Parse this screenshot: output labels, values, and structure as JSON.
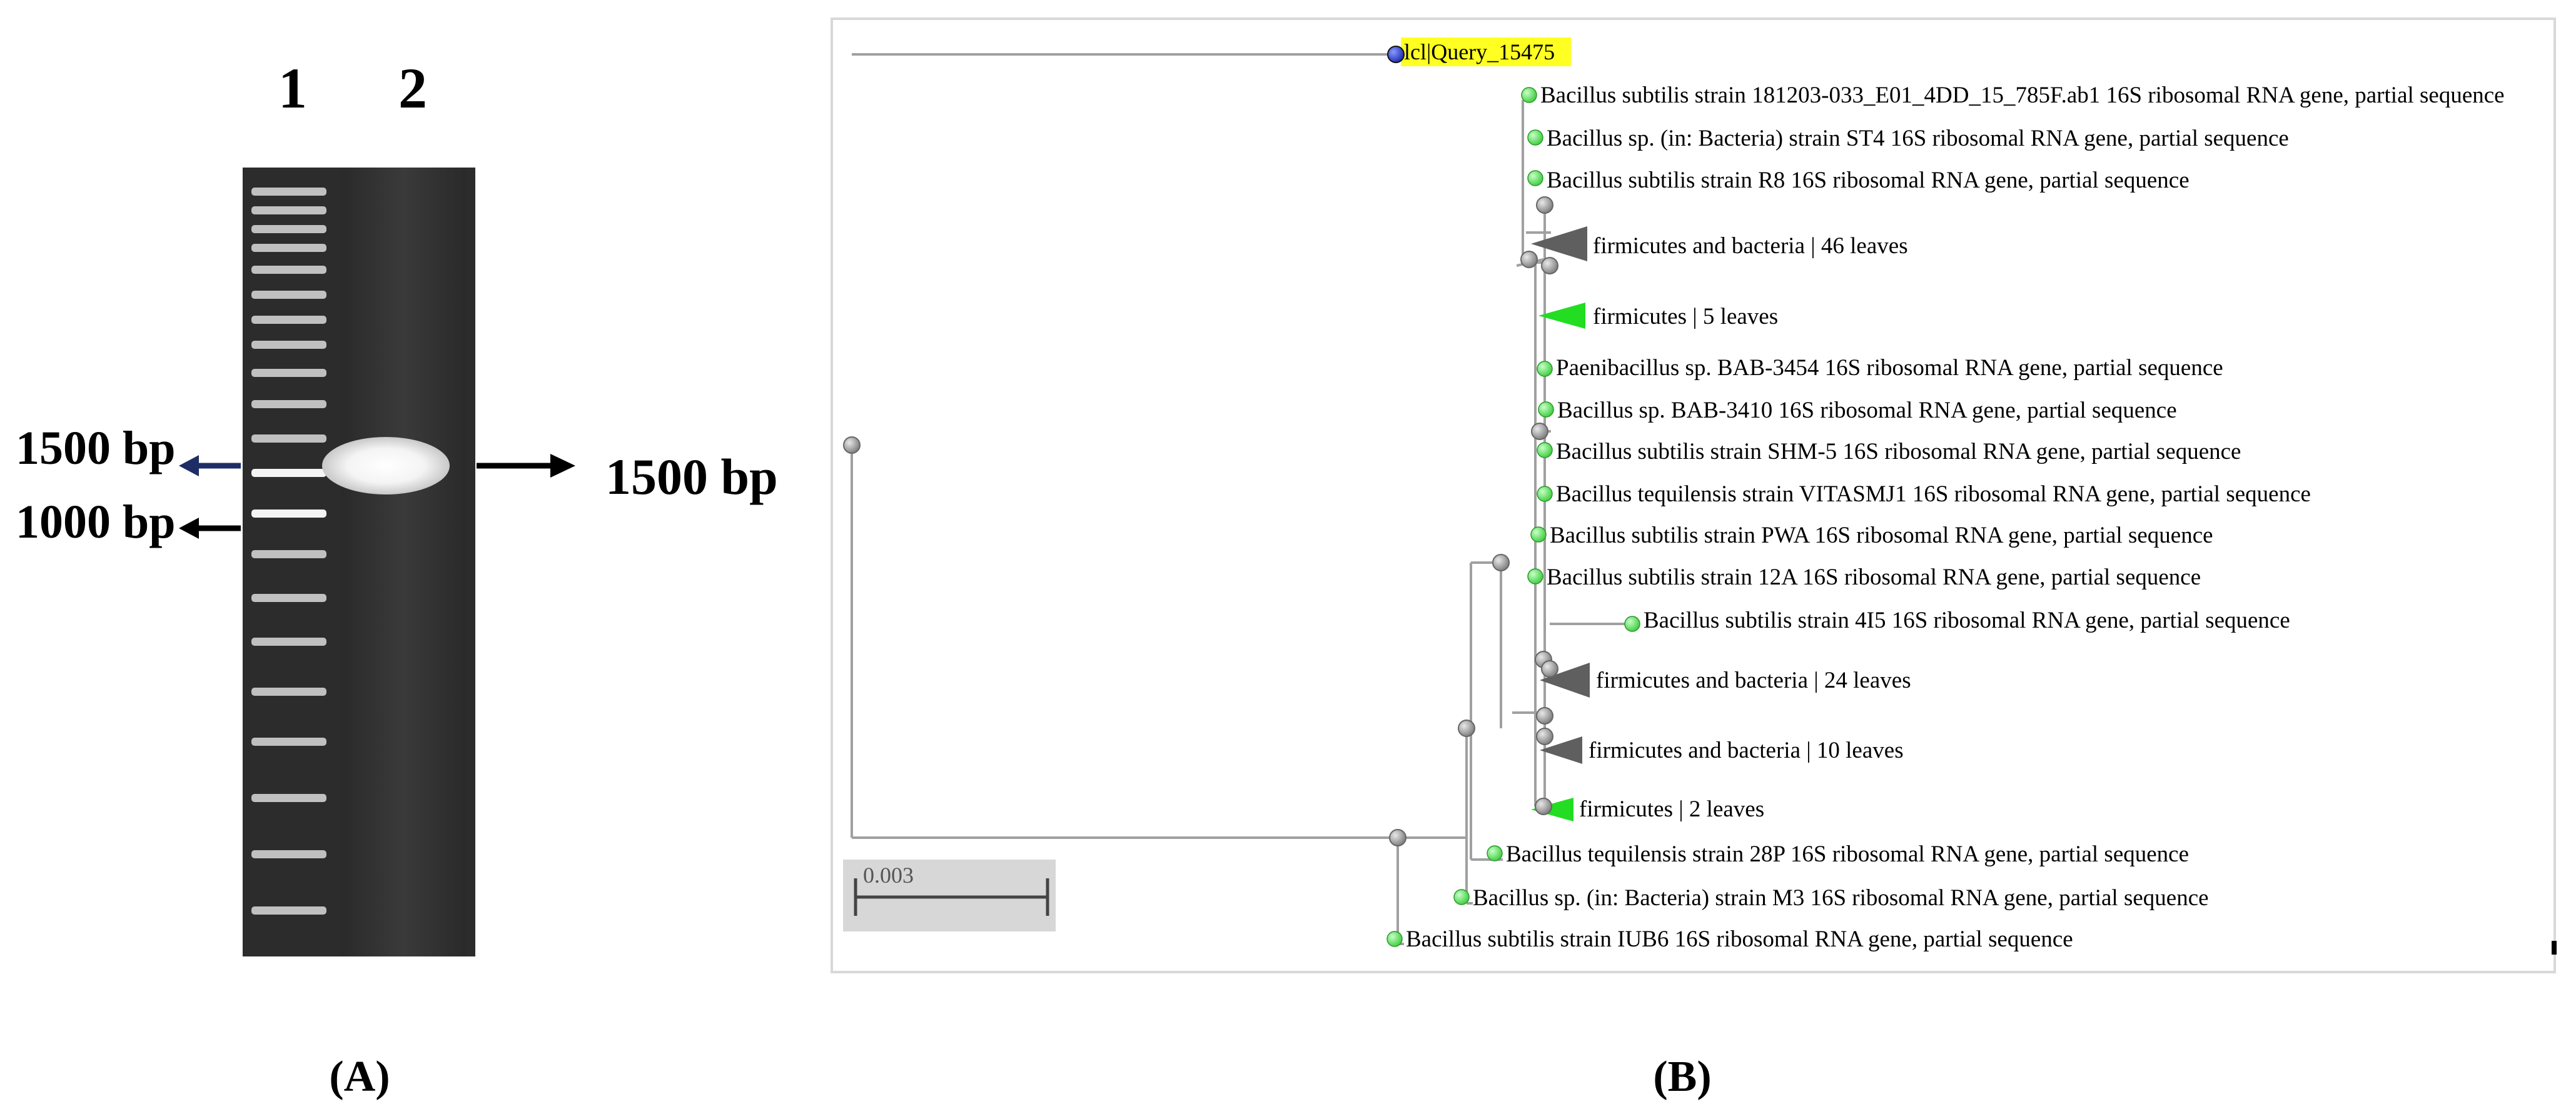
{
  "panel_a": {
    "lane_labels": [
      "1",
      "2"
    ],
    "left_markers": [
      "1500 bp",
      "1000 bp"
    ],
    "right_marker": "1500 bp",
    "caption": "(A)"
  },
  "panel_b": {
    "query_label": "lcl|Query_15475",
    "leaves": [
      "Bacillus subtilis strain 181203-033_E01_4DD_15_785F.ab1 16S ribosomal RNA gene, partial sequence",
      "Bacillus sp. (in: Bacteria) strain ST4 16S ribosomal RNA gene, partial sequence",
      "Bacillus subtilis strain R8 16S ribosomal RNA gene, partial sequence",
      "firmicutes and bacteria | 46 leaves",
      "firmicutes | 5 leaves",
      "Paenibacillus sp. BAB-3454 16S ribosomal RNA gene, partial sequence",
      "Bacillus sp. BAB-3410 16S ribosomal RNA gene, partial sequence",
      "Bacillus subtilis strain SHM-5 16S ribosomal RNA gene, partial sequence",
      "Bacillus tequilensis strain VITASMJ1 16S ribosomal RNA gene, partial sequence",
      "Bacillus subtilis strain PWA 16S ribosomal RNA gene, partial sequence",
      "Bacillus subtilis strain 12A 16S ribosomal RNA gene, partial sequence",
      "Bacillus subtilis strain 4I5 16S ribosomal RNA gene, partial sequence",
      "firmicutes and bacteria | 24 leaves",
      "firmicutes and bacteria | 10 leaves",
      "firmicutes | 2 leaves",
      "Bacillus tequilensis strain 28P 16S ribosomal RNA gene, partial sequence",
      "Bacillus sp. (in: Bacteria) strain M3 16S ribosomal RNA gene, partial sequence",
      "Bacillus subtilis strain IUB6 16S ribosomal RNA gene, partial sequence"
    ],
    "scale_label": "0.003",
    "caption": "(B)"
  },
  "colors": {
    "leaf_green": "#5ee35e",
    "collapsed_gray": "#5f5f5f",
    "collapsed_green": "#22dd22",
    "query_highlight": "#ffff22",
    "query_node": "#2233cc",
    "branch": "#a0a0a0",
    "marker_arrow_blue": "#1e2d66"
  }
}
